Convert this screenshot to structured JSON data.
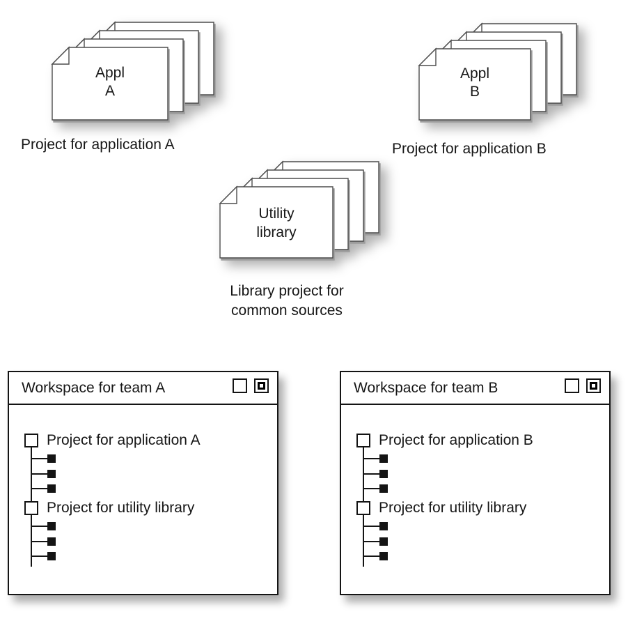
{
  "colors": {
    "ink": "#141414",
    "page_outline": "#4d4d4d",
    "page_shadow": "#9c9c9c"
  },
  "stacks": [
    {
      "id": "app-a",
      "label": "Appl\nA",
      "caption": "Project for application A"
    },
    {
      "id": "app-b",
      "label": "Appl\nB",
      "caption": "Project for application B"
    },
    {
      "id": "utility",
      "label": "Utility\nlibrary",
      "caption": "Library project for\ncommon sources"
    }
  ],
  "windows": [
    {
      "title": "Workspace for team A",
      "tree": [
        {
          "label": "Project for application A",
          "child_count": 3
        },
        {
          "label": "Project for utility library",
          "child_count": 3
        }
      ]
    },
    {
      "title": "Workspace for team B",
      "tree": [
        {
          "label": "Project for application B",
          "child_count": 3
        },
        {
          "label": "Project for utility library",
          "child_count": 3
        }
      ]
    }
  ]
}
